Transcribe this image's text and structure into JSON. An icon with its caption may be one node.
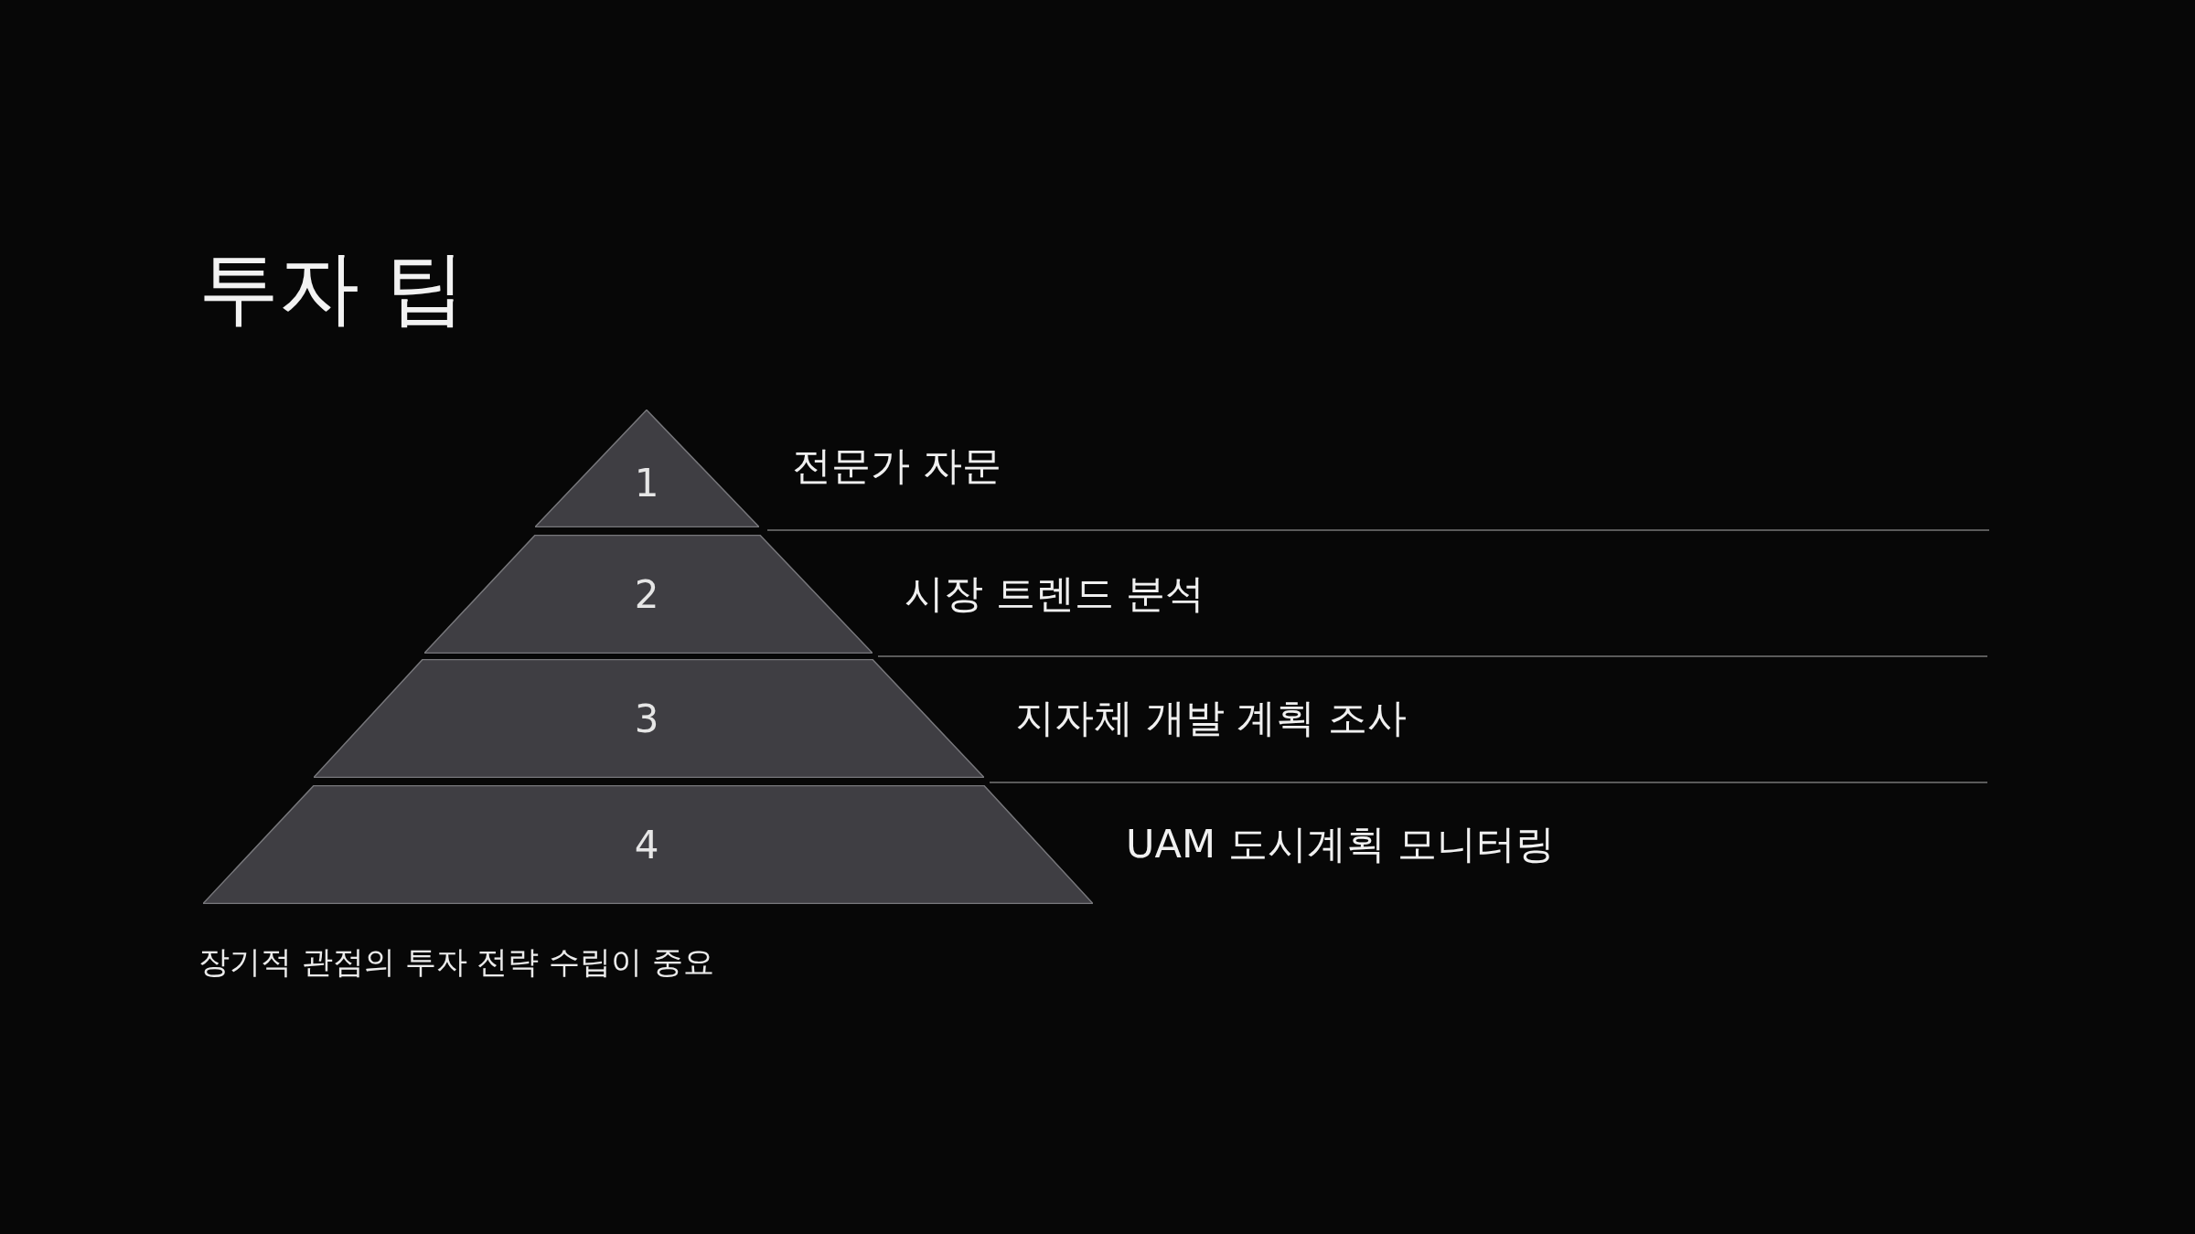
{
  "diagram": {
    "title": "투자 팁",
    "nodes": [
      {
        "text": [
          "1"
        ],
        "beside": [
          "전문가 자문"
        ]
      },
      {
        "text": [
          "2"
        ],
        "beside": [
          "시장 트렌드 분석"
        ]
      },
      {
        "text": [
          "3"
        ],
        "beside": [
          "지자체 개발 계획 조사"
        ]
      },
      {
        "text": [
          "4"
        ],
        "beside": [
          "UAM 도시계획 모니터링"
        ]
      }
    ],
    "edges": [],
    "caption": "장기적 관점의 투자 전략 수립이 중요"
  }
}
